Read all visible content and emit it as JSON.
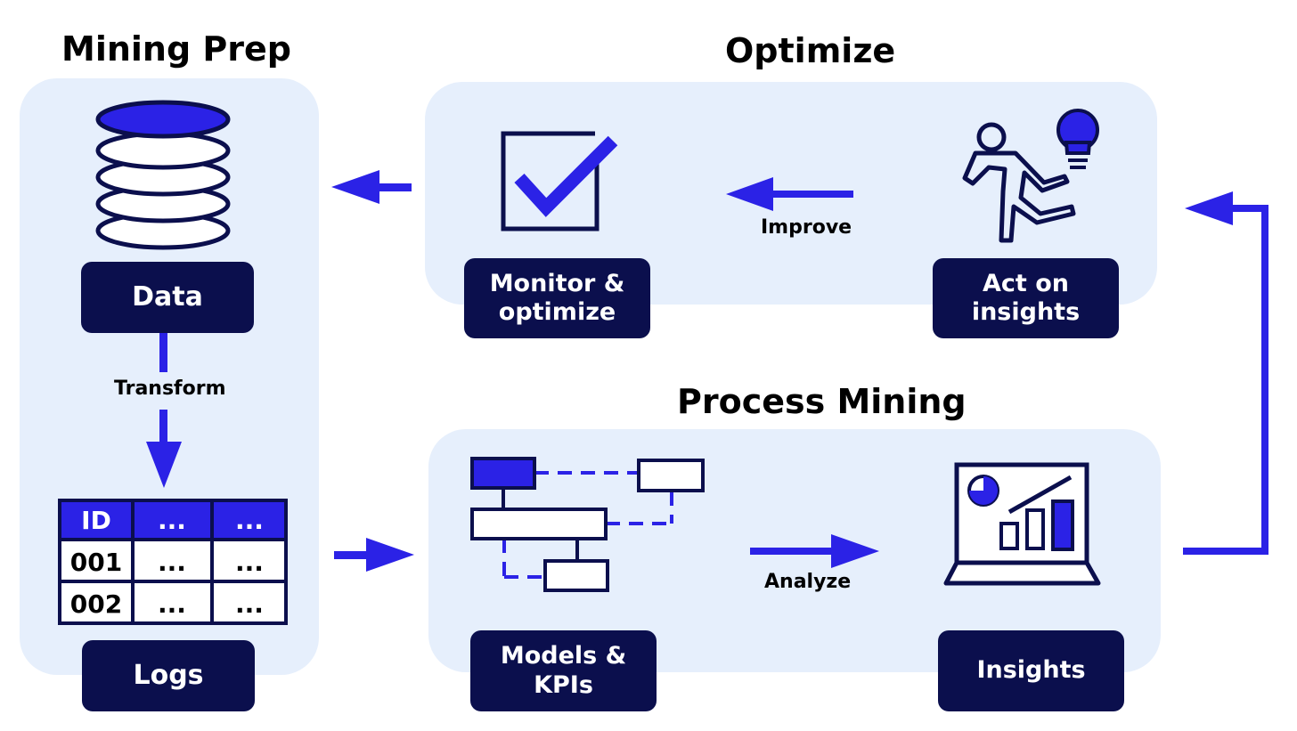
{
  "sections": {
    "mining_prep": "Mining Prep",
    "optimize": "Optimize",
    "process_mining": "Process Mining"
  },
  "nodes": {
    "data": "Data",
    "logs": "Logs",
    "monitor": "Monitor &\noptimize",
    "act": "Act on\ninsights",
    "models": "Models &\nKPIs",
    "insights": "Insights"
  },
  "edges": {
    "transform": "Transform",
    "improve": "Improve",
    "analyze": "Analyze"
  },
  "log_table": {
    "headers": [
      "ID",
      "...",
      "..."
    ],
    "rows": [
      [
        "001",
        "...",
        "..."
      ],
      [
        "002",
        "...",
        "..."
      ]
    ]
  },
  "colors": {
    "accent": "#2b22e6",
    "navy": "#0b0f4d",
    "panel": "#e6effc"
  },
  "icons": [
    "database-icon",
    "table-icon",
    "checkbox-check-icon",
    "running-person-icon",
    "lightbulb-icon",
    "process-flow-icon",
    "laptop-chart-icon"
  ]
}
